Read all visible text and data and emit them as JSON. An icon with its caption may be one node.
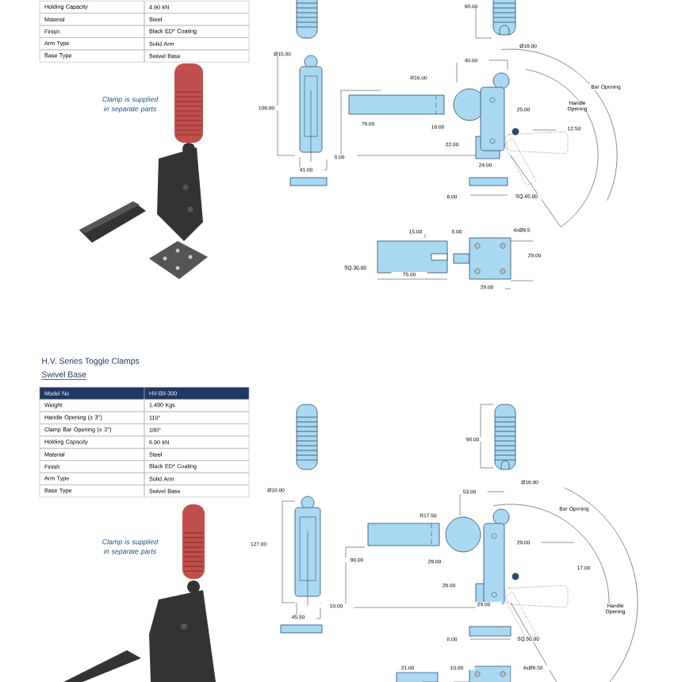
{
  "diagram": {
    "title": "H.V. Series Toggle Clamps",
    "labels": [
      "Holding Capacity",
      "4.90 kN",
      "Material",
      "Steel",
      "Finish",
      "Black ED* Coating",
      "Arm Type",
      "Solid Arm",
      "Base Type",
      "Swivel Base",
      "98.00",
      "Ø16.00",
      "Ø15.00",
      "106.00",
      "8.00",
      "41.00",
      "R16.00",
      "40.00",
      "76.00",
      "16.00",
      "25.00",
      "22.00",
      "24.00",
      "12.50",
      "Bar Opening",
      "Handle Opening",
      "6.00",
      "SQ.45.00",
      "Clamp is supplied in separate parts",
      "15.00",
      "8.00",
      "SQ.30.00",
      "75.00",
      "4xØ6.5",
      "29.00",
      "29.00",
      "Swivel Base",
      "Model No",
      "HV-BII-300",
      "Weight",
      "1.490 Kgs",
      "Handle Opening (± 3°)",
      "110°",
      "Clamp Bar Opening (± 3°)",
      "180°",
      "Holding Capacity",
      "6.90 kN",
      "Material",
      "Steel",
      "Finish",
      "Black ED* Coating",
      "Arm Type",
      "Solid Arm",
      "Base Type",
      "Swivel Base",
      "Clamp is supplied in separate parts",
      "98.00",
      "Ø16.00",
      "Ø18.00",
      "127.00",
      "10.00",
      "45.50",
      "R17.50",
      "53.00",
      "90.00",
      "26.00",
      "29.00",
      "17.00",
      "26.00",
      "29.00",
      "Bar Opening",
      "Handle Opening",
      "8.00",
      "SQ.50.00",
      "21.00",
      "10.00",
      "4xØ6.50"
    ]
  }
}
